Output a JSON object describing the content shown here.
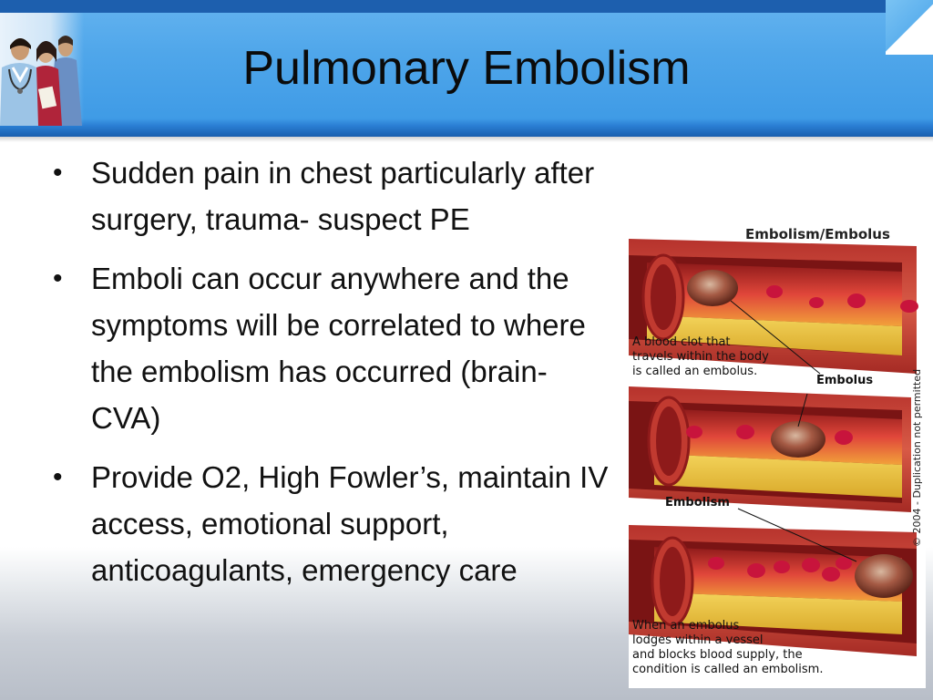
{
  "slide": {
    "title": "Pulmonary Embolism",
    "bullets": [
      "Sudden pain in chest particularly after surgery, trauma- suspect PE",
      "Emboli can occur anywhere and the symptoms will be correlated to where the embolism has occurred (brain- CVA)",
      "Provide O2, High Fowler’s, maintain IV access, emotional support, anticoagulants, emergency care"
    ],
    "bullet_symbol": "•"
  },
  "figure": {
    "title": "Embolism/Embolus",
    "caption_top": [
      "A blood clot that",
      "travels within the body",
      "is called an embolus."
    ],
    "label_embolus": "Embolus",
    "label_embolism": "Embolism",
    "caption_bottom": [
      "When an embolus",
      "lodges within a vessel",
      "and blocks blood supply, the",
      "condition is called an embolism."
    ],
    "copyright": "© 2004 - Duplication not permitted"
  },
  "colors": {
    "header_dark": "#1d5fae",
    "header_light": "#5fb0ee",
    "vessel_wall": "#c8403a",
    "vessel_fat": "#e8c23a",
    "blood_cell": "#c8143c",
    "clot": "#8a3a2c"
  },
  "icons": {
    "staff_photo": "medical-staff-photo"
  }
}
